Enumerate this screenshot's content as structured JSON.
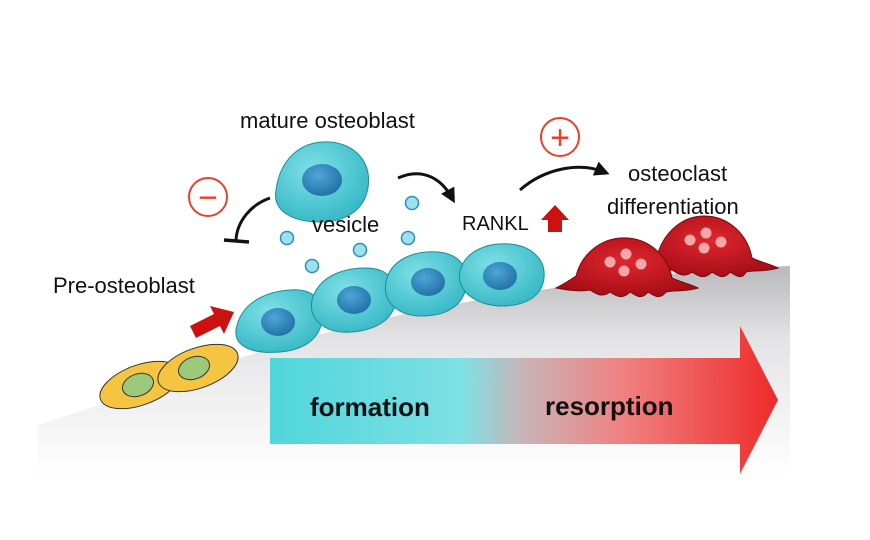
{
  "labels": {
    "mature": "mature osteoblast",
    "vesicle": "vesicle",
    "preosteoblast": "Pre-osteoblast",
    "rankl": "RANKL",
    "osteoclast_line1": "osteoclast",
    "osteoclast_line2": "differentiation",
    "formation": "formation",
    "resorption": "resorption"
  },
  "symbols": {
    "minus": "−",
    "plus": "+"
  },
  "colors": {
    "osteoblast_cell": "#4fc6d0",
    "osteoblast_nucleus": "#2a7fb3",
    "preosteoblast_cell": "#f5c542",
    "preosteoblast_nucleus": "#9cc87a",
    "osteoclast": "#c0121a",
    "inhibit_symbol": "#e8402a",
    "arrow_red": "#cc1111",
    "gradient_start": "#4fd6dc",
    "gradient_end": "#ee2a2a",
    "bone_surface": "#cfcfd2"
  }
}
